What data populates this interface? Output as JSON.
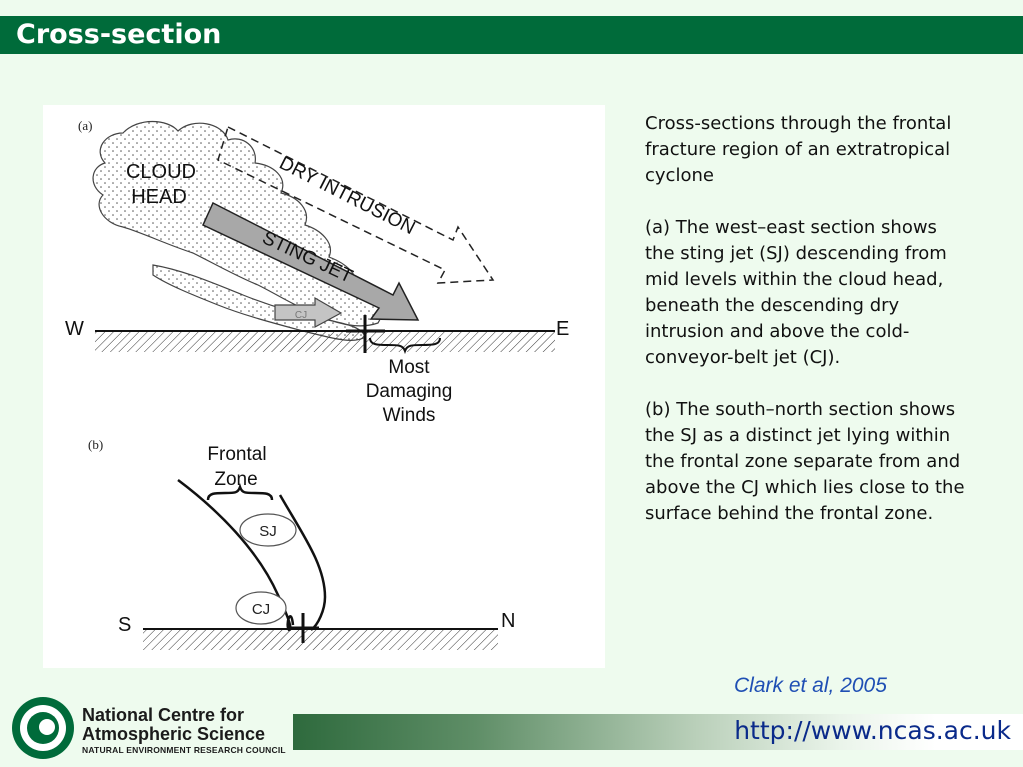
{
  "slide": {
    "title": "Cross-section",
    "description": [
      "Cross-sections through the frontal fracture region of an extratropical cyclone",
      "(a) The west–east section shows the sting jet (SJ) descending from mid levels within the cloud head, beneath the descending dry intrusion and above the cold-conveyor-belt jet (CJ).",
      "(b) The south–north section shows the SJ as a distinct jet lying within the frontal zone separate from and above the CJ which lies close to the surface behind the frontal zone."
    ],
    "citation": "Clark et al, 2005",
    "url": "http://www.ncas.ac.uk"
  },
  "logo": {
    "line1": "National Centre for",
    "line2": "Atmospheric Science",
    "line3": "NATURAL ENVIRONMENT RESEARCH COUNCIL"
  },
  "figure": {
    "panel_a": {
      "label": "(a)",
      "cloud_head_line1": "CLOUD",
      "cloud_head_line2": "HEAD",
      "dry_intrusion": "DRY INTRUSION",
      "sting_jet": "STING JET",
      "cj": "CJ",
      "west": "W",
      "east": "E",
      "winds_line1": "Most",
      "winds_line2": "Damaging",
      "winds_line3": "Winds"
    },
    "panel_b": {
      "label": "(b)",
      "frontal_line1": "Frontal",
      "frontal_line2": "Zone",
      "sj": "SJ",
      "cj": "CJ",
      "south": "S",
      "north": "N"
    }
  },
  "colors": {
    "title_bar": "#006b3a",
    "background": "#eefbee",
    "citation": "#1f4fb4",
    "url": "#0a2a8a",
    "arrow_fill": "#a8a8a8"
  }
}
